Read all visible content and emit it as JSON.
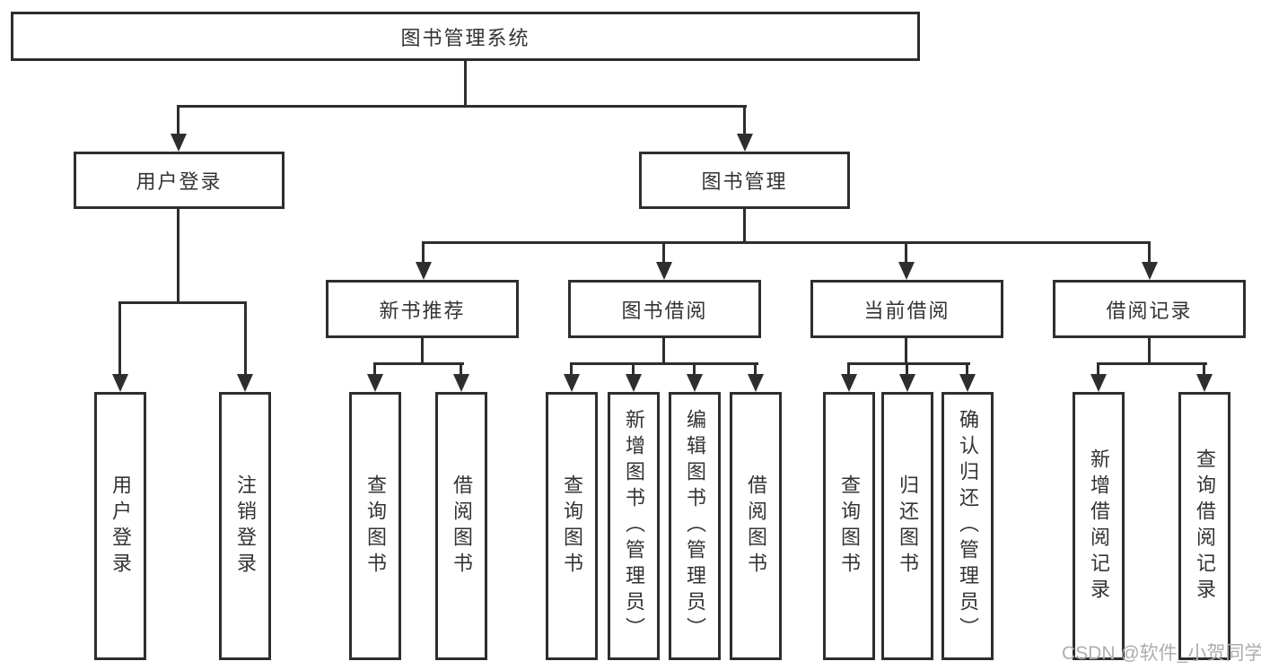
{
  "diagram": {
    "root": {
      "label": "图书管理系统"
    },
    "user_login": {
      "label": "用户登录",
      "children": [
        {
          "label": "用户登录"
        },
        {
          "label": "注销登录"
        }
      ]
    },
    "book_management": {
      "label": "图书管理",
      "children": [
        {
          "label": "新书推荐",
          "children": [
            {
              "label": "查询图书"
            },
            {
              "label": "借阅图书"
            }
          ]
        },
        {
          "label": "图书借阅",
          "children": [
            {
              "label": "查询图书"
            },
            {
              "label": "新增图书（管理员）"
            },
            {
              "label": "编辑图书（管理员）"
            },
            {
              "label": "借阅图书"
            }
          ]
        },
        {
          "label": "当前借阅",
          "children": [
            {
              "label": "查询图书"
            },
            {
              "label": "归还图书"
            },
            {
              "label": "确认归还（管理员）"
            }
          ]
        },
        {
          "label": "借阅记录",
          "children": [
            {
              "label": "新增借阅记录"
            },
            {
              "label": "查询借阅记录"
            }
          ]
        }
      ]
    }
  },
  "watermark": {
    "text": "CSDN @软件_小贺同学"
  },
  "colors": {
    "line": "#2e2e2e",
    "text": "#333333",
    "background": "#ffffff",
    "watermark": "#aeaeae"
  }
}
